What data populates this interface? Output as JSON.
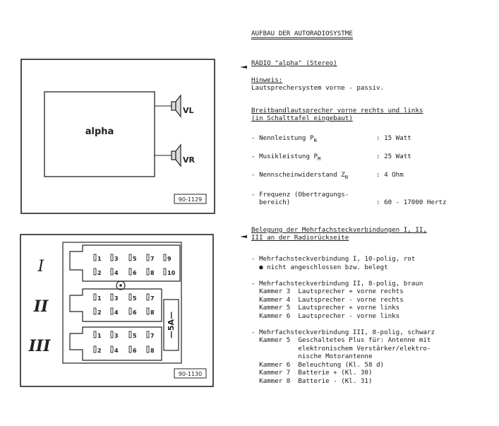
{
  "title": "AUFBAU DER AUTORADIOSYSTME",
  "section1": {
    "heading": "RADIO \"alpha\" (Stereo)",
    "note_label": "Hinweis:",
    "note_text": "Lautsprechersystem vorne - passiv.",
    "speaker_heading_1": "Breitbandlautsprecher vorne rechts und links",
    "speaker_heading_2": "(in Schalttafel eingebaut)",
    "specs": [
      {
        "label": "- Nennleistung P",
        "sub": "N",
        "value": ": 15 Watt"
      },
      {
        "label": "- Musikleistung P",
        "sub": "M",
        "value": ": 25 Watt"
      },
      {
        "label": "- Nennscheinwiderstand Z",
        "sub": "N",
        "value": ": 4 Ohm"
      },
      {
        "label": "- Frequenz (Obertragungs-",
        "label2": "  bereich)",
        "value": ": 60 - 17000 Hertz"
      }
    ]
  },
  "section2": {
    "heading_1": "Belegung der Mehrfachsteckverbindungen I, II,",
    "heading_2": "III an der Radiorückseite",
    "lines": [
      "- Mehrfachsteckverbindung I, 10-polig, rot",
      "  ● nicht angeschlossen bzw. belegt",
      "",
      "- Mehrfachsteckverbindung II, 8-polig, braun",
      "  Kammer 3  Lautsprecher + vorne rechts",
      "  Kammer 4  Lautsprecher - vorne rechts",
      "  Kammer 5  Lautsprecher + vorne links",
      "  Kammer 6  Lautsprecher - vorne links",
      "",
      "- Mehrfachsteckverbindung III, 8-polig, schwarz",
      "  Kammer 5  Geschaltetes Plus für: Antenne mit",
      "            elektronischem Verstärker/elektro-",
      "            nische Motorantenne",
      "  Kammer 6  Beleuchtung (Kl. 58 d)",
      "  Kammer 7  Batterie + (Kl. 30)",
      "  Kammer 8  Batterie - (Kl. 31)"
    ]
  },
  "figure1": {
    "radio_label": "alpha",
    "speaker_left": "VL",
    "speaker_right": "VR",
    "figure_id": "90-1129"
  },
  "figure2": {
    "connectors": [
      "I",
      "II",
      "III"
    ],
    "pins_I": [
      "1",
      "2",
      "3",
      "4",
      "5",
      "6",
      "7",
      "8",
      "9",
      "10"
    ],
    "pins_II": [
      "1",
      "2",
      "3",
      "4",
      "5",
      "6",
      "7",
      "8"
    ],
    "pins_III": [
      "1",
      "2",
      "3",
      "4",
      "5",
      "6",
      "7",
      "8"
    ],
    "fuse_label": "—5A—",
    "figure_id": "90-1130"
  }
}
